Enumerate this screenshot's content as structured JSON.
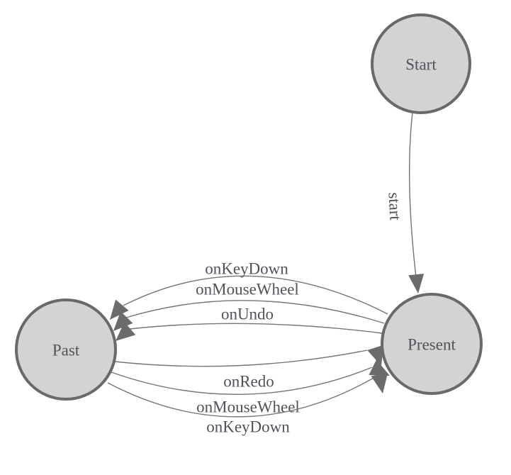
{
  "diagram": {
    "type": "state-machine-graph",
    "background": "#ffffff",
    "colors": {
      "node_fill": "#d3d3d3",
      "node_border": "#696969",
      "edge_line": "#757575",
      "arrow_fill": "#6b6b6b",
      "label_text": "#52525a"
    },
    "nodes": [
      {
        "id": "start",
        "label": "Start"
      },
      {
        "id": "past",
        "label": "Past"
      },
      {
        "id": "present",
        "label": "Present"
      }
    ],
    "edges": [
      {
        "from": "Start",
        "to": "Present",
        "label": "start"
      },
      {
        "from": "Present",
        "to": "Past",
        "label": "onKeyDown"
      },
      {
        "from": "Present",
        "to": "Past",
        "label": "onMouseWheel"
      },
      {
        "from": "Present",
        "to": "Past",
        "label": "onUndo"
      },
      {
        "from": "Past",
        "to": "Present",
        "label": "onRedo"
      },
      {
        "from": "Past",
        "to": "Present",
        "label": "onMouseWheel"
      },
      {
        "from": "Past",
        "to": "Present",
        "label": "onKeyDown"
      }
    ]
  }
}
